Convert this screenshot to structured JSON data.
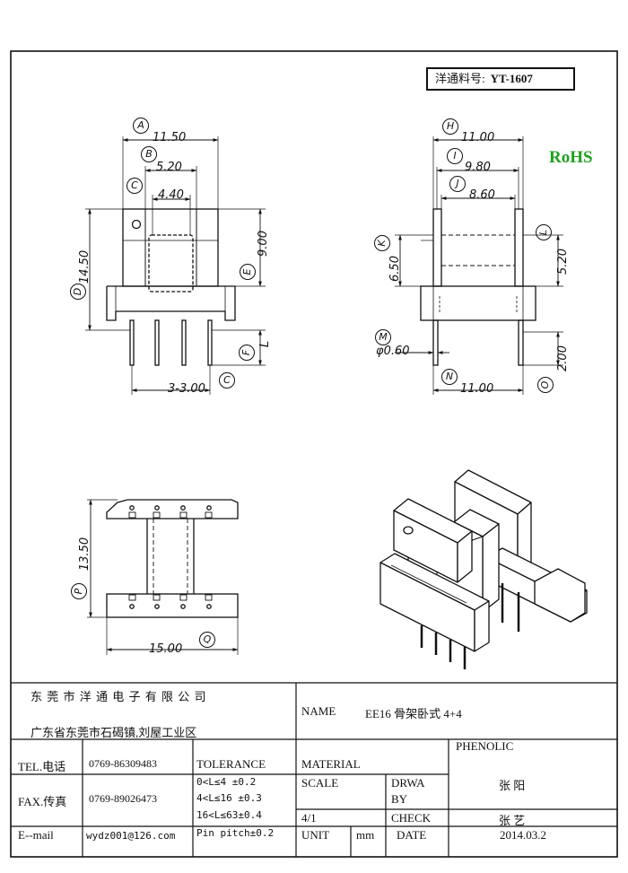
{
  "header": {
    "part_label": "洋通料号:",
    "part_number": "YT-1607",
    "rohs": "RoHS"
  },
  "dimensions": {
    "A": {
      "tag": "A",
      "value": "11.50"
    },
    "B": {
      "tag": "B",
      "value": "5.20"
    },
    "C_top": {
      "tag": "C",
      "value": "4.40"
    },
    "D": {
      "tag": "D",
      "value": "14.50"
    },
    "E": {
      "tag": "E",
      "value": "9.00"
    },
    "F": {
      "tag": "F",
      "value": "L"
    },
    "G": {
      "tag": "C",
      "value": "3-3.00"
    },
    "H": {
      "tag": "H",
      "value": "11.00"
    },
    "I": {
      "tag": "I",
      "value": "9.80"
    },
    "J": {
      "tag": "J",
      "value": "8.60"
    },
    "K": {
      "tag": "K",
      "value": "6.50"
    },
    "L": {
      "tag": "L",
      "value": "5.20"
    },
    "M": {
      "tag": "M",
      "value": "φ0.60"
    },
    "N": {
      "tag": "N",
      "value": "11.00"
    },
    "O": {
      "tag": "O",
      "value": "2.00"
    },
    "P": {
      "tag": "P",
      "value": "13.50"
    },
    "Q": {
      "tag": "Q",
      "value": "15.00"
    }
  },
  "title_block": {
    "company_name": "东 莞 市 洋 通 电 子 有 限 公 司",
    "company_address": "广东省东莞市石碣镇,刘屋工业区",
    "name_label": "NAME",
    "name_value": "EE16 骨架卧式 4+4",
    "tel_label": "TEL.电话",
    "tel_value": "0769-86309483",
    "fax_label": "FAX.传真",
    "fax_value": "0769-89026473",
    "email_label": "E--mail",
    "email_value": "wydz001@126.com",
    "tolerance_label": "TOLERANCE",
    "tolerances": [
      "0<L≤4   ±0.2",
      "4<L≤16  ±0.3",
      "16<L≤63±0.4",
      "Pin pitch±0.2"
    ],
    "material_label": "MATERIAL",
    "material_value": "PHENOLIC",
    "scale_label": "SCALE",
    "scale_value": "4/1",
    "drawn_label_1": "DRWA",
    "drawn_label_2": "BY",
    "drawn_value": "张 阳",
    "check_label": "CHECK",
    "check_value": "张 艺",
    "unit_label": "UNIT",
    "unit_value": "mm",
    "date_label": "DATE",
    "date_value": "2014.03.2"
  }
}
